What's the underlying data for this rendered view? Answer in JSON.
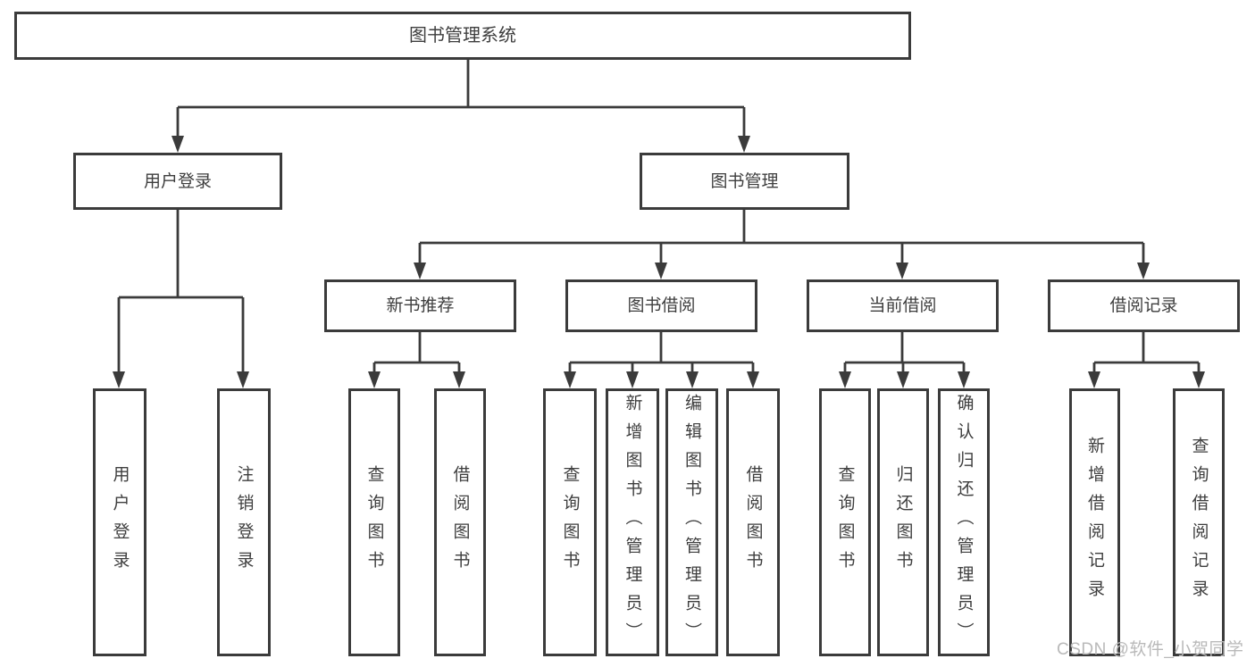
{
  "colors": {
    "line": "#3B3B3B",
    "text": "#3E3E3E",
    "background": "#FFFFFF",
    "watermark": "#B9B9B9"
  },
  "tree": {
    "root": {
      "label": "图书管理系统"
    },
    "branches": [
      {
        "label": "用户登录",
        "children": [
          {
            "label": "用户登录"
          },
          {
            "label": "注销登录"
          }
        ]
      },
      {
        "label": "图书管理",
        "children": [
          {
            "label": "新书推荐",
            "children": [
              {
                "label": "查询图书"
              },
              {
                "label": "借阅图书"
              }
            ]
          },
          {
            "label": "图书借阅",
            "children": [
              {
                "label": "查询图书"
              },
              {
                "label": "新增图书（管理员）"
              },
              {
                "label": "编辑图书（管理员）"
              },
              {
                "label": "借阅图书"
              }
            ]
          },
          {
            "label": "当前借阅",
            "children": [
              {
                "label": "查询图书"
              },
              {
                "label": "归还图书"
              },
              {
                "label": "确认归还（管理员）"
              }
            ]
          },
          {
            "label": "借阅记录",
            "children": [
              {
                "label": "新增借阅记录"
              },
              {
                "label": "查询借阅记录"
              }
            ]
          }
        ]
      }
    ]
  },
  "watermark": {
    "text": "CSDN @软件_小贺同学"
  }
}
